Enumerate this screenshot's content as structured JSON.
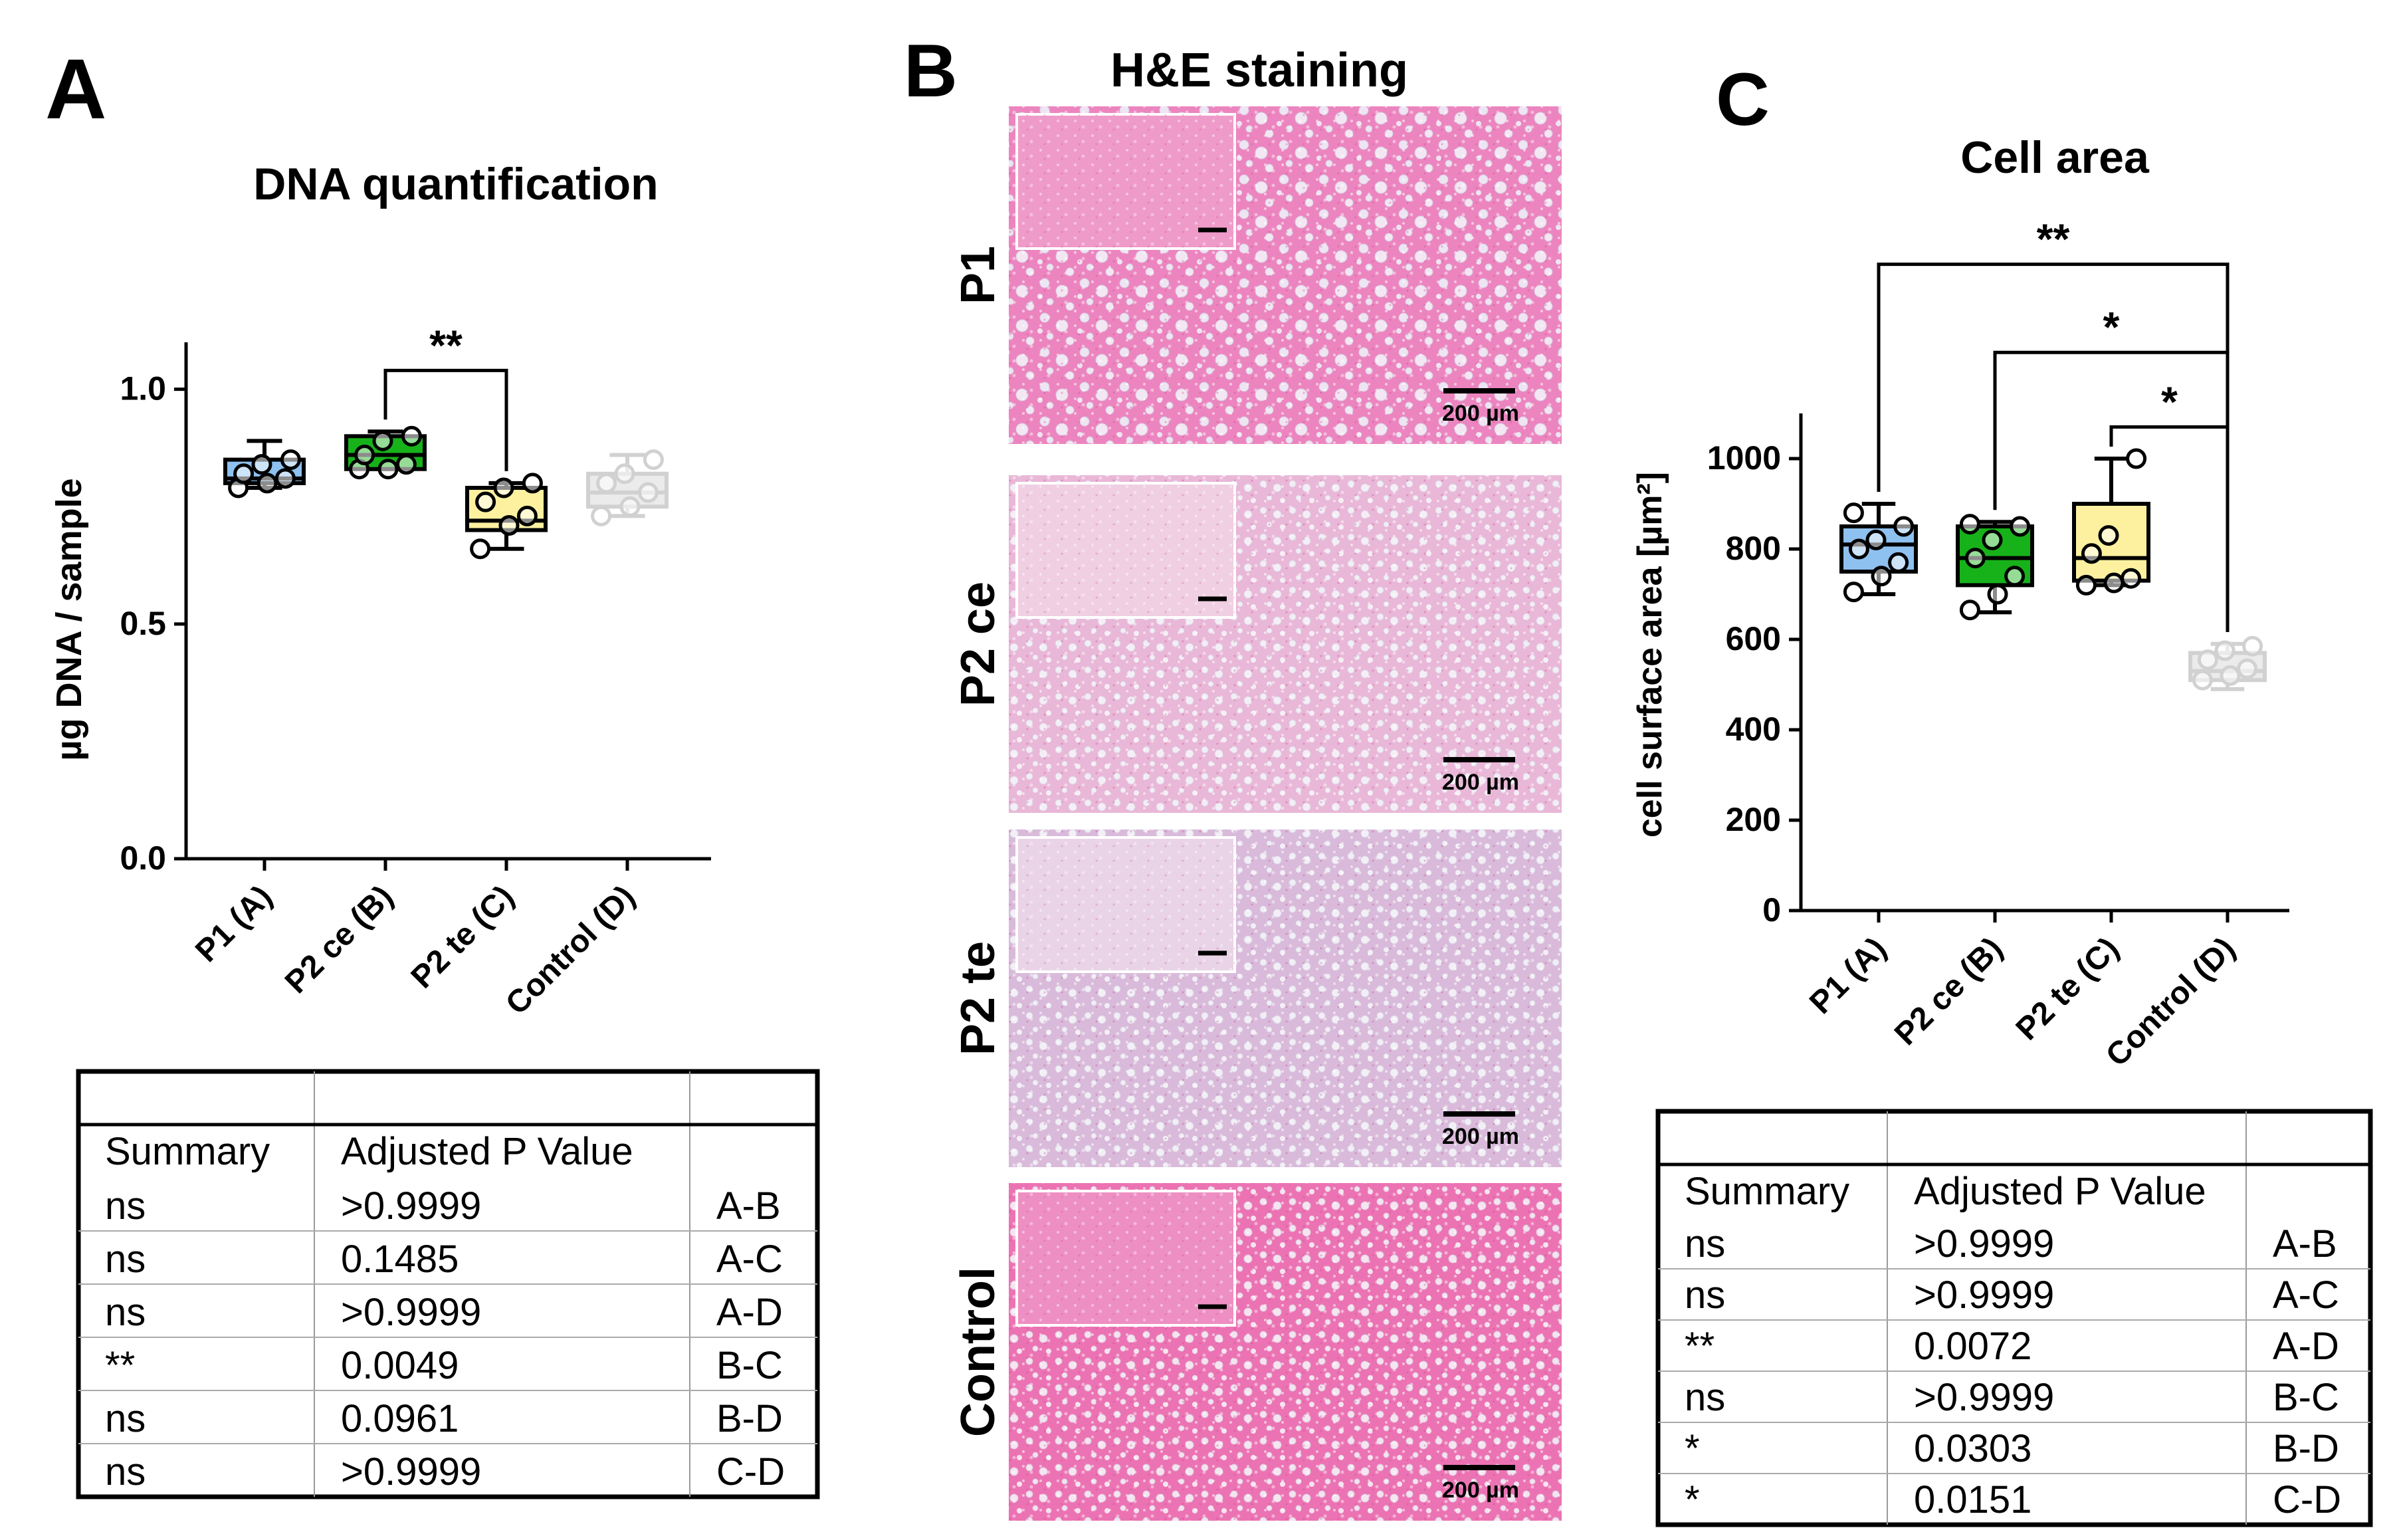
{
  "panels": {
    "A": {
      "letter": "A",
      "chart_data": {
        "type": "box",
        "title": "DNA quantification",
        "ylabel": "µg DNA / sample",
        "xlabel": "",
        "ylim": [
          0,
          1.1
        ],
        "yticks": [
          0.0,
          0.5,
          1.0
        ],
        "ytick_labels": [
          "0.0",
          "0.5",
          "1.0"
        ],
        "categories": [
          "P1 (A)",
          "P2 ce (B)",
          "P2 te (C)",
          "Control (D)"
        ],
        "colors": [
          "#8ec1f0",
          "#17b21a",
          "#fdf1a0",
          "#d4d4d4"
        ],
        "faded": [
          false,
          false,
          false,
          true
        ],
        "boxes": [
          {
            "min": 0.79,
            "q1": 0.8,
            "median": 0.81,
            "q3": 0.85,
            "max": 0.89,
            "points": [
              0.79,
              0.8,
              0.81,
              0.82,
              0.84,
              0.85
            ]
          },
          {
            "min": 0.83,
            "q1": 0.83,
            "median": 0.86,
            "q3": 0.9,
            "max": 0.91,
            "points": [
              0.83,
              0.83,
              0.84,
              0.86,
              0.89,
              0.9
            ]
          },
          {
            "min": 0.66,
            "q1": 0.7,
            "median": 0.72,
            "q3": 0.79,
            "max": 0.8,
            "points": [
              0.66,
              0.71,
              0.73,
              0.76,
              0.79,
              0.8
            ]
          },
          {
            "min": 0.73,
            "q1": 0.75,
            "median": 0.78,
            "q3": 0.82,
            "max": 0.86,
            "points": [
              0.73,
              0.75,
              0.78,
              0.8,
              0.82,
              0.85
            ]
          }
        ],
        "brackets": [
          {
            "from": 1,
            "to": 2,
            "level": 1.04,
            "label": "**"
          }
        ]
      },
      "table": {
        "headers": [
          "Summary",
          "Adjusted P Value",
          ""
        ],
        "rows": [
          [
            "ns",
            ">0.9999",
            "A-B"
          ],
          [
            "ns",
            "0.1485",
            "A-C"
          ],
          [
            "ns",
            ">0.9999",
            "A-D"
          ],
          [
            "**",
            "0.0049",
            "B-C"
          ],
          [
            "ns",
            "0.0961",
            "B-D"
          ],
          [
            "ns",
            ">0.9999",
            "C-D"
          ]
        ]
      }
    },
    "B": {
      "letter": "B",
      "title": "H&E staining",
      "images": [
        {
          "label": "P1",
          "scale": "200 µm",
          "tint": "#ec85bf",
          "tint2": "#f6b9d9",
          "inset": "#ef9bc9"
        },
        {
          "label": "P2 ce",
          "scale": "200 µm",
          "tint": "#e9b7d7",
          "tint2": "#f7dbea",
          "inset": "#f0cfe2"
        },
        {
          "label": "P2 te",
          "scale": "200 µm",
          "tint": "#d9bada",
          "tint2": "#ead6e8",
          "inset": "#e9d3e6"
        },
        {
          "label": "Control",
          "scale": "200 µm",
          "tint": "#ec73b3",
          "tint2": "#f5b3d6",
          "inset": "#ee8fc3"
        }
      ]
    },
    "C": {
      "letter": "C",
      "chart_data": {
        "type": "box",
        "title": "Cell area",
        "ylabel": "cell surface area [µm²]",
        "xlabel": "",
        "ylim": [
          0,
          1100
        ],
        "yticks": [
          0,
          200,
          400,
          600,
          800,
          1000
        ],
        "ytick_labels": [
          "0",
          "200",
          "400",
          "600",
          "800",
          "1000"
        ],
        "categories": [
          "P1 (A)",
          "P2 ce (B)",
          "P2 te (C)",
          "Control (D)"
        ],
        "colors": [
          "#8ec1f0",
          "#17b21a",
          "#fdf1a0",
          "#d4d4d4"
        ],
        "faded": [
          false,
          false,
          false,
          true
        ],
        "boxes": [
          {
            "min": 700,
            "q1": 750,
            "median": 810,
            "q3": 850,
            "max": 900,
            "points": [
              705,
              740,
              770,
              800,
              820,
              850,
              880
            ]
          },
          {
            "min": 660,
            "q1": 720,
            "median": 780,
            "q3": 850,
            "max": 860,
            "points": [
              665,
              700,
              740,
              780,
              820,
              850,
              855
            ]
          },
          {
            "min": 720,
            "q1": 730,
            "median": 780,
            "q3": 900,
            "max": 1000,
            "points": [
              720,
              725,
              735,
              790,
              830,
              1000
            ]
          },
          {
            "min": 490,
            "q1": 510,
            "median": 530,
            "q3": 570,
            "max": 590,
            "points": [
              510,
              520,
              535,
              555,
              575,
              585
            ]
          }
        ],
        "brackets": [
          {
            "from": 0,
            "to": 3,
            "level": 1430,
            "label": "**"
          },
          {
            "from": 1,
            "to": 3,
            "level": 1235,
            "label": "*"
          },
          {
            "from": 2,
            "to": 3,
            "level": 1070,
            "label": "*"
          }
        ]
      },
      "table": {
        "headers": [
          "Summary",
          "Adjusted P Value",
          ""
        ],
        "rows": [
          [
            "ns",
            ">0.9999",
            "A-B"
          ],
          [
            "ns",
            ">0.9999",
            "A-C"
          ],
          [
            "**",
            "0.0072",
            "A-D"
          ],
          [
            "ns",
            ">0.9999",
            "B-C"
          ],
          [
            "*",
            "0.0303",
            "B-D"
          ],
          [
            "*",
            "0.0151",
            "C-D"
          ]
        ]
      }
    }
  }
}
